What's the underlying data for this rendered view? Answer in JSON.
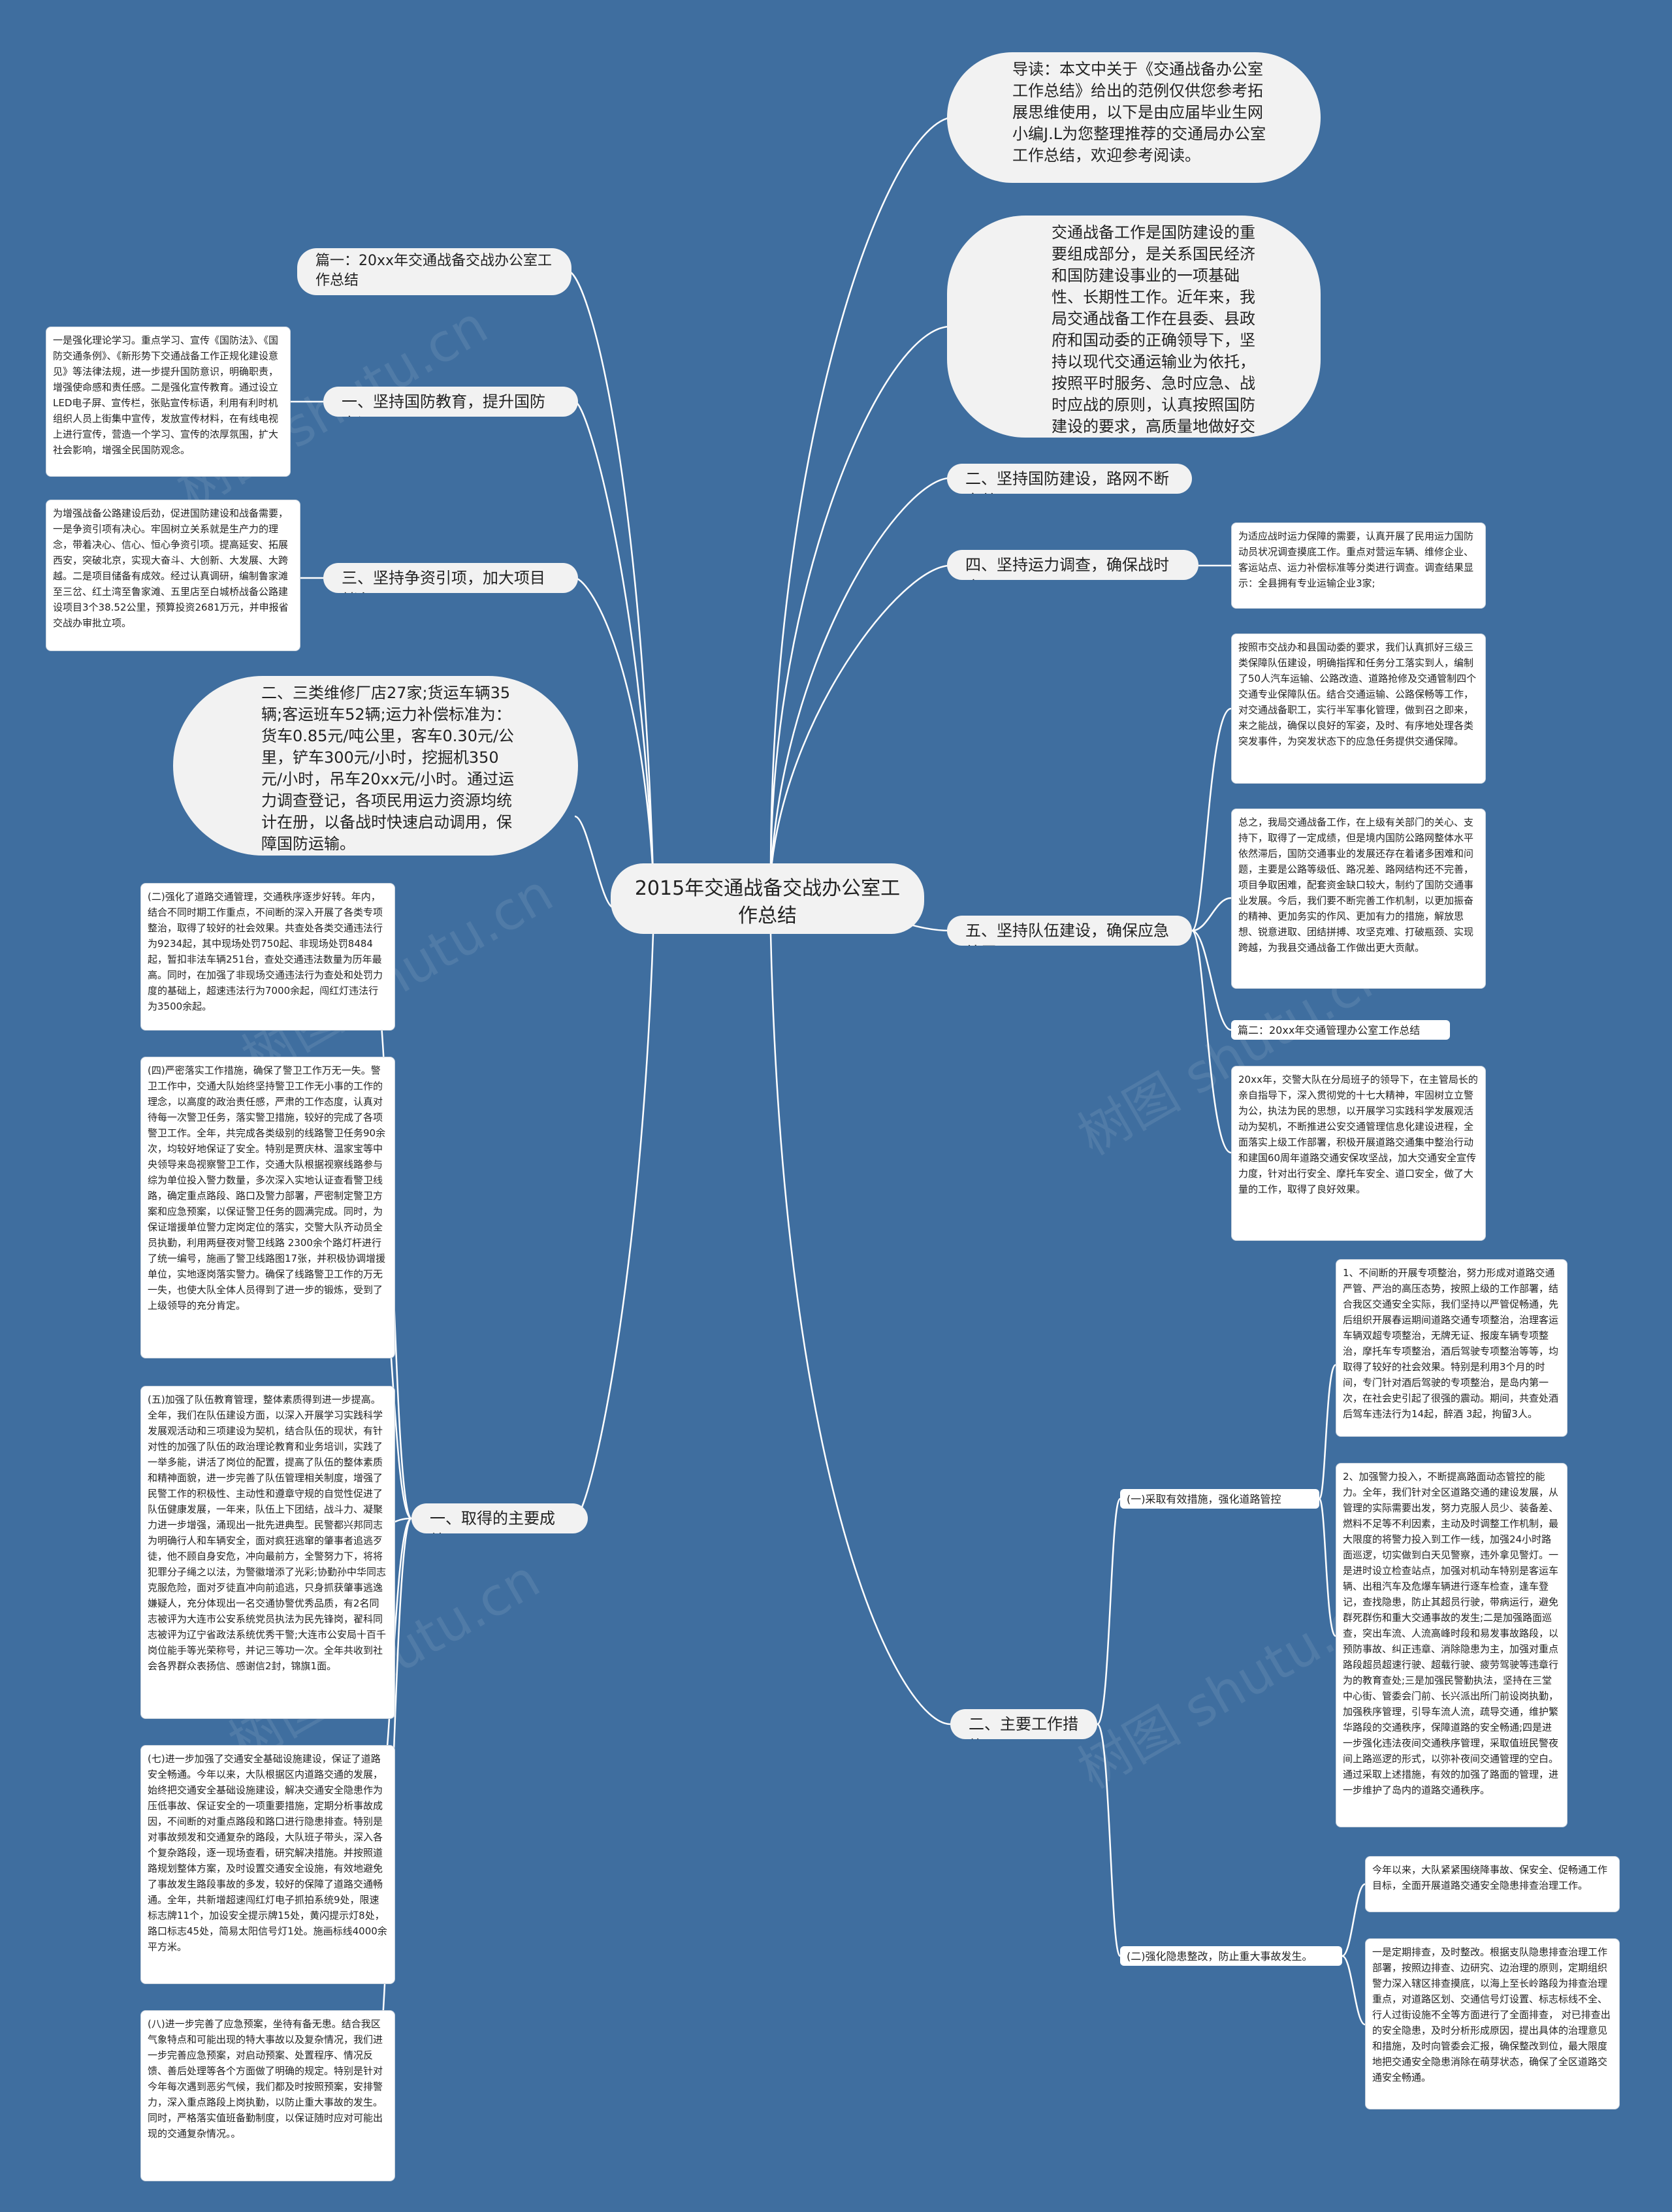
{
  "root": "2015年交通战备交战办公室工作总结",
  "watermark": "树图 shutu.cn",
  "right": {
    "intro": "导读：本文中关于《交通战备办公室工作总结》给出的范例仅供您参考拓展思维使用，以下是由应届毕业生网小编J.L为您整理推荐的交通局办公室工作总结，欢迎参考阅读。",
    "overview": "交通战备工作是国防建设的重要组成部分，是关系国民经济和国防建设事业的一项基础性、长期性工作。近年来，我局交通战备工作在县委、县政府和国动委的正确领导下，坚持以现代交通运输业为依托，按照平时服务、急时应急、战时应战的原则，认真按照国防建设的要求，高质量地做好交通战备工作的落实，为国防建设提供交通保障。",
    "b2": "二、坚持国防建设，路网不断完善",
    "b4": "四、坚持运力调查，确保战时应用",
    "b4_text": "为适应战时运力保障的需要，认真开展了民用运力国防动员状况调查摸底工作。重点对营运车辆、维修企业、客运站点、运力补偿标准等分类进行调查。调查结果显示：全县拥有专业运输企业3家;",
    "b5": "五、坚持队伍建设，确保应急处置",
    "b5_t1": "按照市交战办和县国动委的要求，我们认真抓好三级三类保障队伍建设，明确指挥和任务分工落实到人，编制了50人汽车运输、公路改造、道路抢修及交通管制四个交通专业保障队伍。结合交通运输、公路保畅等工作，对交通战备职工，实行半军事化管理，做到召之即来，来之能战，确保以良好的军姿，及时、有序地处理各类突发事件，为突发状态下的应急任务提供交通保障。",
    "b5_t2": "总之，我局交通战备工作，在上级有关部门的关心、支持下，取得了一定成绩，但是境内国防公路网整体水平依然滞后，国防交通事业的发展还存在着诸多困难和问题，主要是公路等级低、路况差、路网结构还不完善，项目争取困难，配套资金缺口较大，制约了国防交通事业发展。今后，我们要不断完善工作机制，以更加振奋的精神、更加务实的作风、更加有力的措施，解放思想、锐意进取、团结拼搏、攻坚克难、打破瓶颈、实现跨越，为我县交通战备工作做出更大贡献。",
    "b5_t3": "篇二：20xx年交通管理办公室工作总结",
    "b5_t4": "20xx年，交警大队在分局班子的领导下，在主管局长的亲自指导下，深入贯彻党的十七大精神，牢固树立立警为公，执法为民的思想，以开展学习实践科学发展观活动为契机，不断推进公安交通管理信息化建设进程，全面落实上级工作部署，积极开展道路交通集中整治行动和建国60周年道路交通安保攻坚战，加大交通安全宣传力度，针对出行安全、摩托车安全、道口安全，做了大量的工作，取得了良好效果。",
    "main2": "二、主要工作措施",
    "m2_a": "(一)采取有效措施，强化道路管控",
    "m2_a1": "1、不间断的开展专项整治，努力形成对道路交通严管、严治的高压态势，按照上级的工作部署，结合我区交通安全实际，我们坚持以严管促畅通，先后组织开展春运期间道路交通专项整治，治理客运车辆双超专项整治，无牌无证、报废车辆专项整治，摩托车专项整治，酒后驾驶专项整治等等，均取得了较好的社会效果。特别是利用3个月的时间，专门针对酒后驾驶的专项整治，是岛内第一次，在社会史引起了很强的震动。期间，共查处酒后驾车违法行为14起，醉酒 3起，拘留3人。",
    "m2_a2": "2、加强警力投入，不断提高路面动态管控的能力。全年，我们针对全区道路交通的建设发展，从管理的实际需要出发，努力克服人员少、装备差、燃料不足等不利因素，主动及时调整工作机制，最大限度的将警力投入到工作一线，加强24小时路面巡逻，切实做到白天见警察，违外拿见警灯。一是进时设立检查站点，加强对机动车特别是客运车辆、出租汽车及危爆车辆进行逐车检查，逢车登记，查找隐患，防止其超员行驶，带病运行，避免群死群伤和重大交通事故的发生;二是加强路面巡查，突出车流、人流高峰时段和易发事故路段，以预防事故、纠正违章、消除隐患为主，加强对重点路段超员超速行驶、超载行驶、疲劳驾驶等违章行为的教育查处;三是加强民警勤执法，坚持在三堂中心街、管委会门前、长兴派出所门前设岗执勤，加强秩序管理，引导车流人流，疏导交通，维护繁华路段的交通秩序，保障道路的安全畅通;四是进一步强化违法夜间交通秩序管理，采取值班民警夜间上路巡逻的形式，以弥补夜间交通管理的空白。通过采取上述措施，有效的加强了路面的管理，进一步维护了岛内的道路交通秩序。",
    "m2_b": "(二)强化隐患整改，防止重大事故发生。",
    "m2_b1": "今年以来，大队紧紧围绕降事故、保安全、促畅通工作目标，全面开展道路交通安全隐患排查治理工作。",
    "m2_b2": "一是定期排查，及时整改。根据支队隐患排查治理工作部署，按照边排查、边研究、边治理的原则，定期组织警力深入辖区排查摸底，以海上至长岭路段为排查治理重点，对道路区划、交通信号灯设置、标志标线不全、行人过街设施不全等方面进行了全面排查， 对已排查出的安全隐患，及时分析形成原因，提出具体的治理意见和措施，及时向管委会汇报，确保整改到位，最大限度地把交通安全隐患消除在萌芽状态，确保了全区道路交通安全畅通。"
  },
  "left": {
    "title1": "篇一：20xx年交通战备交战办公室工作总结",
    "b1": "一、坚持国防教育，提升国防意识",
    "b1_text": "一是强化理论学习。重点学习、宣传《国防法》、《国防交通条例》、《新形势下交通战备工作正规化建设意见》等法律法规，进一步提升国防意识，明确职责，增强使命感和责任感。二是强化宣传教育。通过设立LED电子屏、宣传栏，张贴宣传标语，利用有利时机组织人员上街集中宣传，发放宣传材料，在有线电视上进行宣传，营造一个学习、宣传的浓厚氛围，扩大社会影响，增强全民国防观念。",
    "b3": "三、坚持争资引项，加大项目储备",
    "b3_text": "为增强战备公路建设后劲，促进国防建设和战备需要，一是争资引项有决心。牢固树立关系就是生产力的理念，带着决心、信心、恒心争资引项。提高延安、拓展西安，突破北京，实现大奋斗、大创新、大发展、大跨越。二是项目储备有成效。经过认真调研，编制鲁家滩至三岔、红土湾至鲁家滩、五里店至白城桥战备公路建设项目3个38.52公里，预算投资2681万元，并申报省交战办审批立项。",
    "bubble2": "二、三类维修厂店27家;货运车辆35辆;客运班车52辆;运力补偿标准为：货车0.85元/吨公里，客车0.30元/公里，铲车300元/小时，挖掘机350元/小时，吊车20xx元/小时。通过运力调查登记，各项民用运力资源均统计在册，以备战时快速启动调用，保障国防运输。",
    "main1": "一、取得的主要成绩",
    "m1_t1": "(二)强化了道路交通管理，交通秩序逐步好转。年内，结合不同时期工作重点，不间断的深入开展了各类专项整治，取得了较好的社会效果。共查处各类交通违法行为9234起，其中现场处罚750起、非现场处罚8484起，暂扣非法车辆251台，查处交通违法数量为历年最高。同时，在加强了非现场交通违法行为查处和处罚力度的基础上，超速违法行为7000余起，闯红灯违法行为3500余起。",
    "m1_t2": "(四)严密落实工作措施，确保了警卫工作万无一失。警卫工作中，交通大队始终坚持警卫工作无小事的工作的理念，以高度的政治责任感，严肃的工作态度，认真对待每一次警卫任务，落实警卫措施，较好的完成了各项警卫工作。全年，共完成各类级别的线路警卫任务90余次，均较好地保证了安全。特别是贾庆林、温家宝等中央领导来岛视察警卫工作，交通大队根据视察线路参与综为单位投入警力数量，多次深入实地认证查看警卫线路，确定重点路段、路口及警力部署，严密制定警卫方案和应急预案，以保证警卫任务的圆满完成。同时，为保证增援单位警力定岗定位的落实，交警大队齐动员全员执勤，利用两昼夜对警卫线路 2300余个路灯杆进行了统一编号，施画了警卫线路图17张，并积极协调增援单位，实地逐岗落实警力。确保了线路警卫工作的万无一失，也使大队全体人员得到了进一步的锻炼，受到了上级领导的充分肯定。",
    "m1_t3": "(五)加强了队伍教育管理，整体素质得到进一步提高。全年，我们在队伍建设方面，以深入开展学习实践科学发展观活动和三项建设为契机，结合队伍的现状，有针对性的加强了队伍的政治理论教育和业务培训，实践了一举多能，讲活了岗位的配置，提高了队伍的整体素质和精神面貌，进一步完善了队伍管理相关制度，增强了民警工作的积极性、主动性和遵章守规的自觉性促进了队伍健康发展，一年来，队伍上下团结，战斗力、凝聚力进一步增强，涌现出一批先进典型。民警都兴邦同志为明确行人和车辆安全，面对疯狂逃窜的肇事者追逃歹徒，他不顾自身安危，冲向最前方，全警努力下，将将犯罪分子绳之以法，为警徽增添了光彩;协勤孙中华同志克服危险，面对歹徒直冲向前追逃，只身抓获肇事逃逸嫌疑人，充分体现出一名交通协警优秀品质，有2名同志被评为大连市公安系统党员执法为民先锋岗，翟科同志被评为辽宁省政法系统优秀干警;大连市公安局十百千岗位能手等光荣称号，并记三等功一次。全年共收到社会各界群众表扬信、感谢信2封，锦旗1面。",
    "m1_t4": "(七)进一步加强了交通安全基础设施建设，保证了道路安全畅通。今年以来，大队根据区内道路交通的发展，始终把交通安全基础设施建设，解决交通安全隐患作为压低事故、保证安全的一项重要措施，定期分析事故成因，不间断的对重点路段和路口进行隐患排查。特别是对事故频发和交通复杂的路段，大队班子带头，深入各个复杂路段，逐一现场查看，研究解决措施。并按照道路规划整体方案，及时设置交通安全设施，有效地避免了事故发生路段事故的多发，较好的保障了道路交通畅通。全年，共新增超速闯红灯电子抓拍系统9处，限速标志牌11个，加设安全提示牌15处，黄闪提示灯8处，路口标志45处，简易太阳信号灯1处。施画标线4000余平方米。",
    "m1_t5": "(八)进一步完善了应急预案，坐待有备无患。结合我区气象特点和可能出现的特大事故以及复杂情况，我们进一步完善应急预案，对启动预案、处置程序、情况反馈、善后处理等各个方面做了明确的规定。特别是针对今年每次遇到恶劣气候，我们都及时按照预案，安排警力，深入重点路段上岗执勤，以防止重大事故的发生。同时，严格落实值班备勤制度，以保证随时应对可能出现的交通复杂情况。。"
  }
}
